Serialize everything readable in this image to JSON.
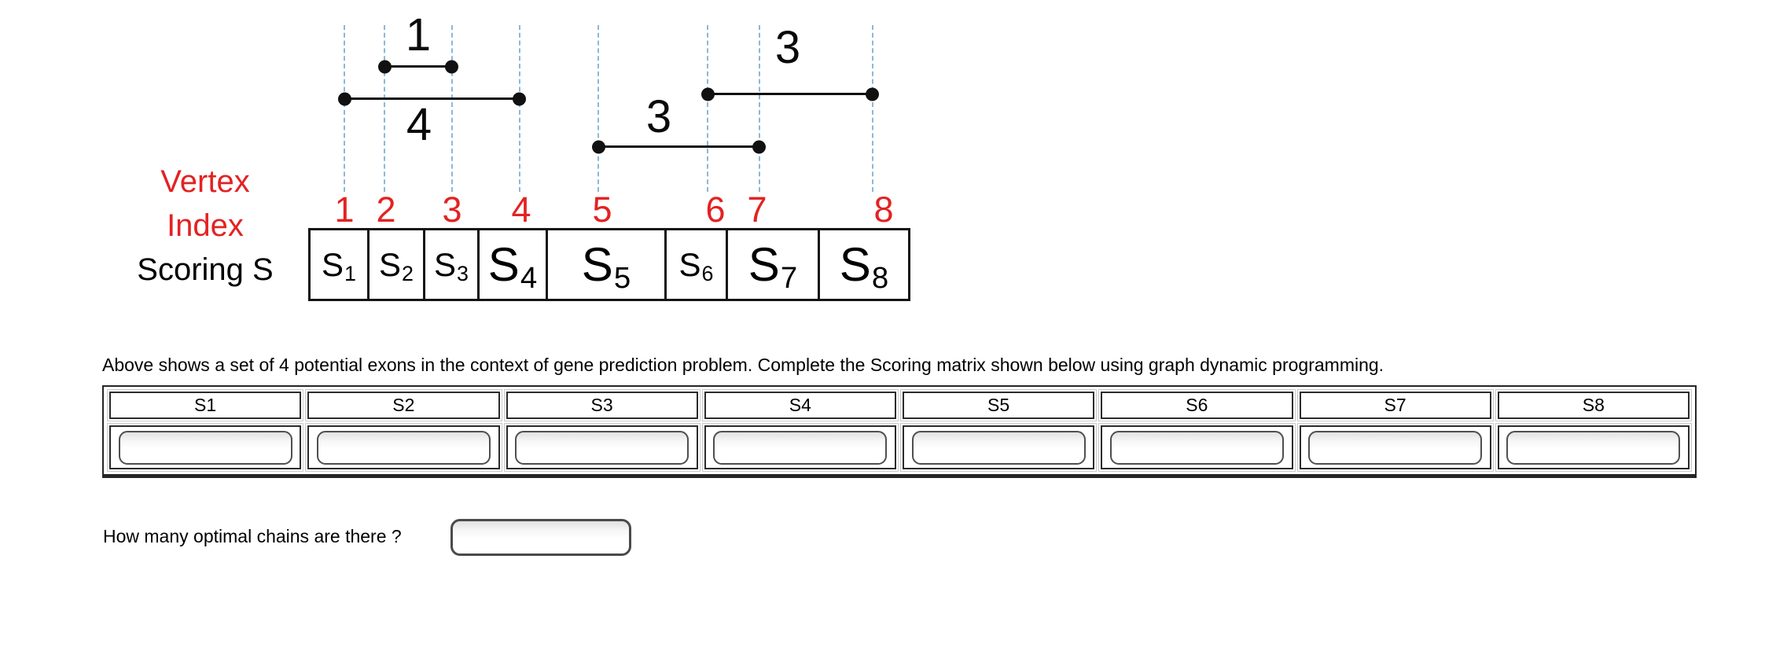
{
  "diagram": {
    "axis_label_line1": "Vertex",
    "axis_label_line2": "Index",
    "scoring_label": "Scoring S",
    "vertices": [
      "1",
      "2",
      "3",
      "4",
      "5",
      "6",
      "7",
      "8"
    ],
    "exons": [
      {
        "from": "2",
        "to": "3",
        "weight": "1"
      },
      {
        "from": "1",
        "to": "4",
        "weight": "4"
      },
      {
        "from": "5",
        "to": "7",
        "weight": "3"
      },
      {
        "from": "6",
        "to": "8",
        "weight": "3"
      }
    ],
    "scoring_cells": [
      {
        "base": "S",
        "sub": "1",
        "size": "small"
      },
      {
        "base": "S",
        "sub": "2",
        "size": "small"
      },
      {
        "base": "S",
        "sub": "3",
        "size": "small"
      },
      {
        "base": "S",
        "sub": "4",
        "size": "large"
      },
      {
        "base": "S",
        "sub": "5",
        "size": "large"
      },
      {
        "base": "S",
        "sub": "6",
        "size": "small"
      },
      {
        "base": "S",
        "sub": "7",
        "size": "large"
      },
      {
        "base": "S",
        "sub": "8",
        "size": "large"
      }
    ]
  },
  "instruction": "Above shows a set of 4 potential exons in the context of gene prediction problem. Complete the Scoring matrix shown below using graph dynamic programming.",
  "answer_table": {
    "headers": [
      "S1",
      "S2",
      "S3",
      "S4",
      "S5",
      "S6",
      "S7",
      "S8"
    ],
    "input_values": [
      "",
      "",
      "",
      "",
      "",
      "",
      "",
      ""
    ]
  },
  "question": {
    "label": "How many optimal chains are there ?",
    "value": ""
  },
  "colors": {
    "vertex_red": "#e32222",
    "gridline_blue": "#8cb8d8",
    "line_black": "#111111"
  }
}
